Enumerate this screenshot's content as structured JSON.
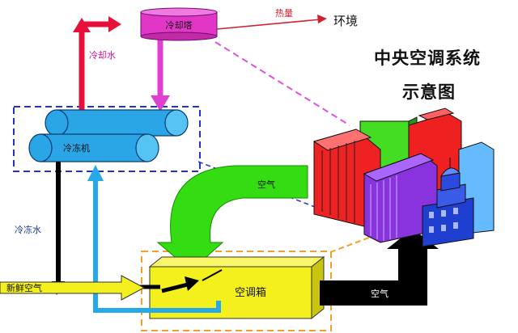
{
  "title": {
    "line1": "中央空调系统",
    "line2": "示意图"
  },
  "labels": {
    "cooling_tower": "冷却塔",
    "heat": "热量",
    "environment": "环境",
    "cooling_water": "冷却水",
    "chiller": "冷冻机",
    "air_green": "空气",
    "chilled_water": "冷冻水",
    "fresh_air": "新鲜空气",
    "air_handler": "空调箱",
    "air_black": "空气"
  },
  "colors": {
    "cooling_water_red": "#e8103a",
    "cooling_water_pink": "#e040d0",
    "tower_fill": "#e236c7",
    "chiller_fill": "#2aa6e6",
    "chilled_return": "#26a9e8",
    "air_green": "#33dd11",
    "air_handler_fill": "#f3f01e",
    "dashed_blue": "#2233cc",
    "dashed_orange": "#f2a02a",
    "dashed_magenta": "#e050e0"
  }
}
